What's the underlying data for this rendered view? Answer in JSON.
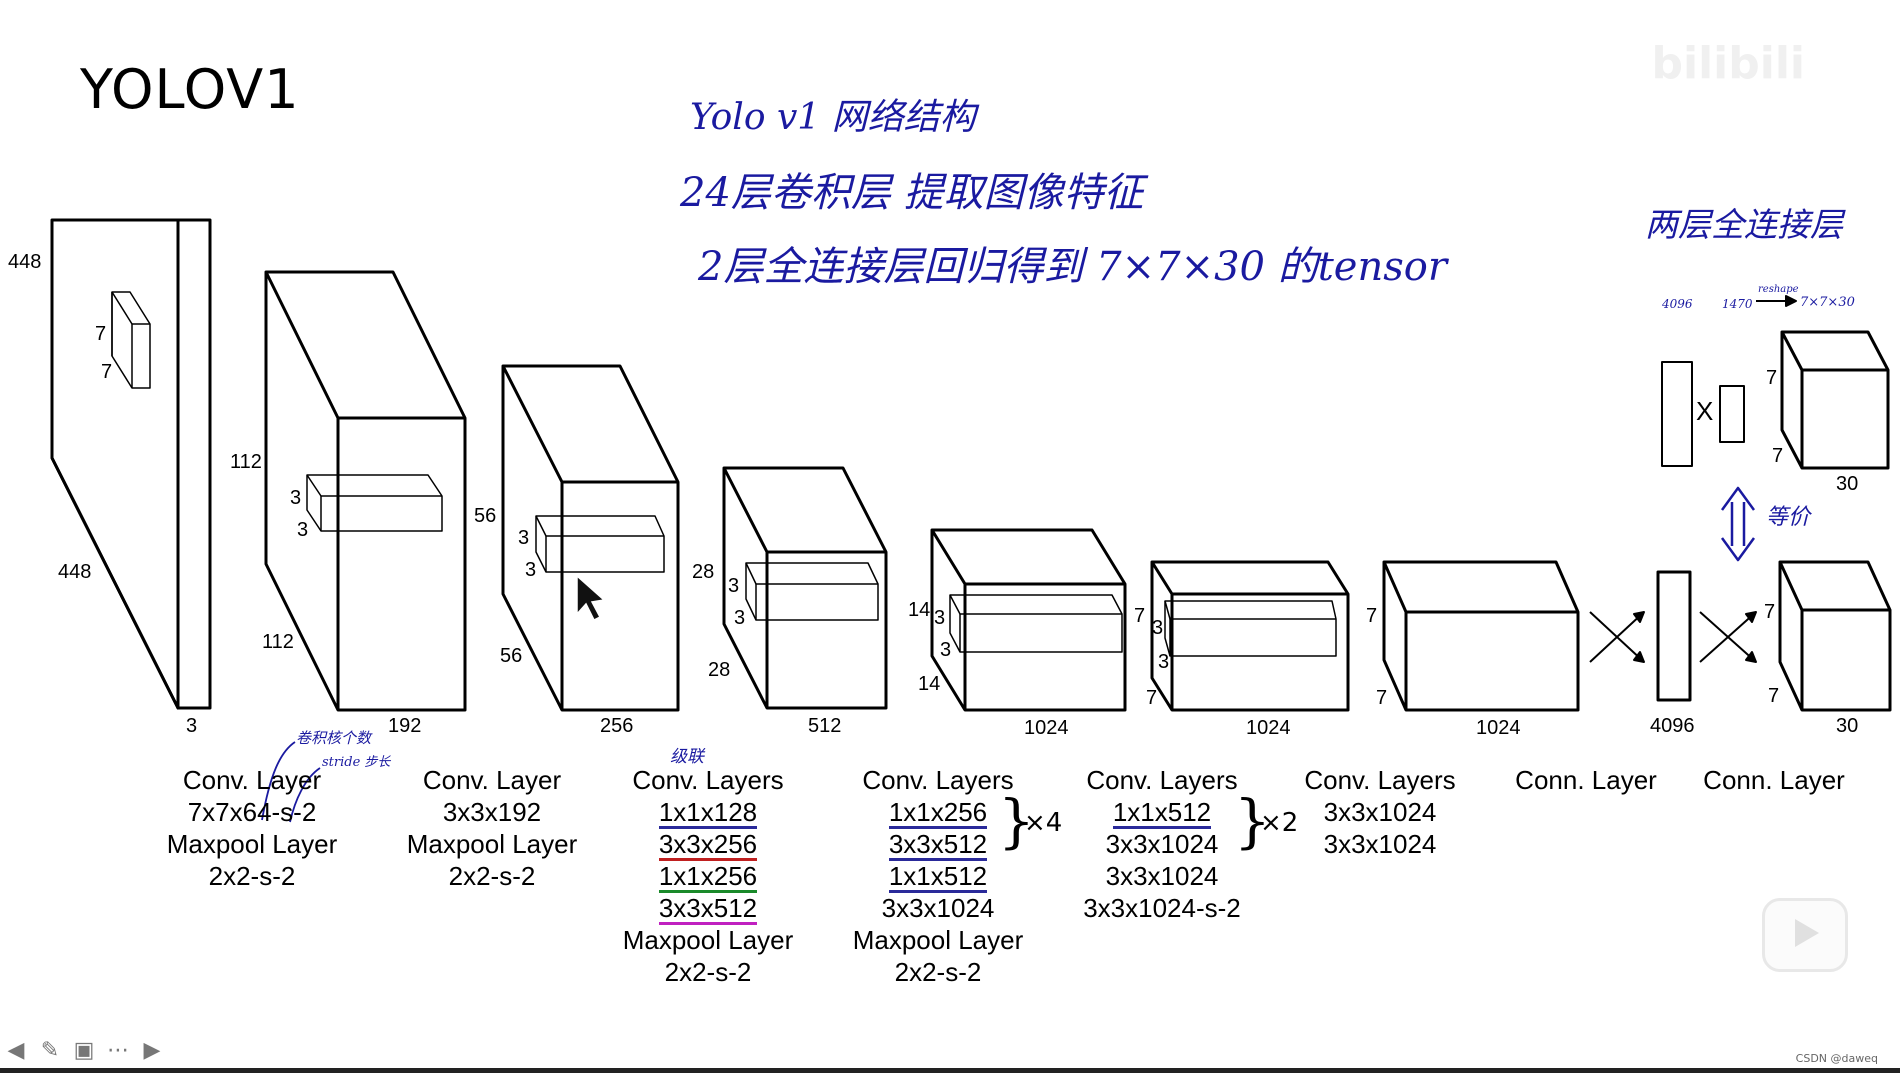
{
  "slide": {
    "title": "YOLOV1",
    "watermark": "bilibili",
    "credit": "CSDN @daweq"
  },
  "handwritten_notes": {
    "title": "Yolo v1 网络结构",
    "line1": "24层卷积层 提取图像特征",
    "line2": "2层全连接层回归得到 7×7×30 的tensor",
    "fc_label": "两层全连接层",
    "kernel_count_note": "卷积核个数",
    "stride_note": "stride 步长",
    "cascade_note": "级联",
    "fc_4096": "4096",
    "fc_1470": "1470",
    "reshape": "reshape",
    "fc_out": "7×7×30",
    "equivalent": "等价"
  },
  "volume_labels": {
    "input_h": "448",
    "input_w": "448",
    "input_c": "3",
    "input_k1": "7",
    "input_k2": "7",
    "b1_h": "112",
    "b1_w": "112",
    "b1_c": "192",
    "b1_k1": "3",
    "b1_k2": "3",
    "b2_h": "56",
    "b2_w": "56",
    "b2_c": "256",
    "b2_k1": "3",
    "b2_k2": "3",
    "b3_h": "28",
    "b3_w": "28",
    "b3_c": "512",
    "b3_k1": "3",
    "b3_k2": "3",
    "b4_h": "14",
    "b4_w": "14",
    "b4_c": "1024",
    "b4_k1": "3",
    "b4_k2": "3",
    "b5_h": "7",
    "b5_w": "7",
    "b5_c": "1024",
    "b5_k1": "3",
    "b5_k2": "3",
    "b6_h": "7",
    "b6_w": "7",
    "b6_c": "1024",
    "fc1": "4096",
    "out_h": "7",
    "out_w": "7",
    "out_c": "30",
    "top_out_h": "7",
    "top_out_w": "7",
    "top_out_c": "30",
    "x_mark": "X"
  },
  "captions": [
    {
      "lines": [
        "Conv. Layer",
        "7x7x64-s-2",
        "Maxpool Layer",
        "2x2-s-2"
      ]
    },
    {
      "lines": [
        "Conv. Layer",
        "3x3x192",
        "Maxpool Layer",
        "2x2-s-2"
      ]
    },
    {
      "lines": [
        "Conv. Layers",
        "1x1x128",
        "3x3x256",
        "1x1x256",
        "3x3x512",
        "Maxpool Layer",
        "2x2-s-2"
      ]
    },
    {
      "lines": [
        "Conv. Layers",
        "1x1x256",
        "3x3x512",
        "1x1x512",
        "3x3x1024",
        "Maxpool Layer",
        "2x2-s-2"
      ],
      "repeat": "×4"
    },
    {
      "lines": [
        "Conv. Layers",
        "1x1x512",
        "3x3x1024",
        "3x3x1024",
        "3x3x1024-s-2"
      ],
      "repeat": "×2"
    },
    {
      "lines": [
        "Conv. Layers",
        "3x3x1024",
        "3x3x1024"
      ]
    },
    {
      "lines": [
        "Conn. Layer"
      ]
    },
    {
      "lines": [
        "Conn. Layer"
      ]
    }
  ],
  "toolbar": {
    "icons": [
      "arrow-left-icon",
      "pen-icon",
      "slides-icon",
      "more-icon",
      "arrow-right-icon"
    ]
  },
  "colors": {
    "ink_blue": "#1a1aa0",
    "underline_blue": "#2a2a9a",
    "underline_red": "#c02020",
    "underline_green": "#1a8a2a",
    "underline_magenta": "#c020c0"
  }
}
